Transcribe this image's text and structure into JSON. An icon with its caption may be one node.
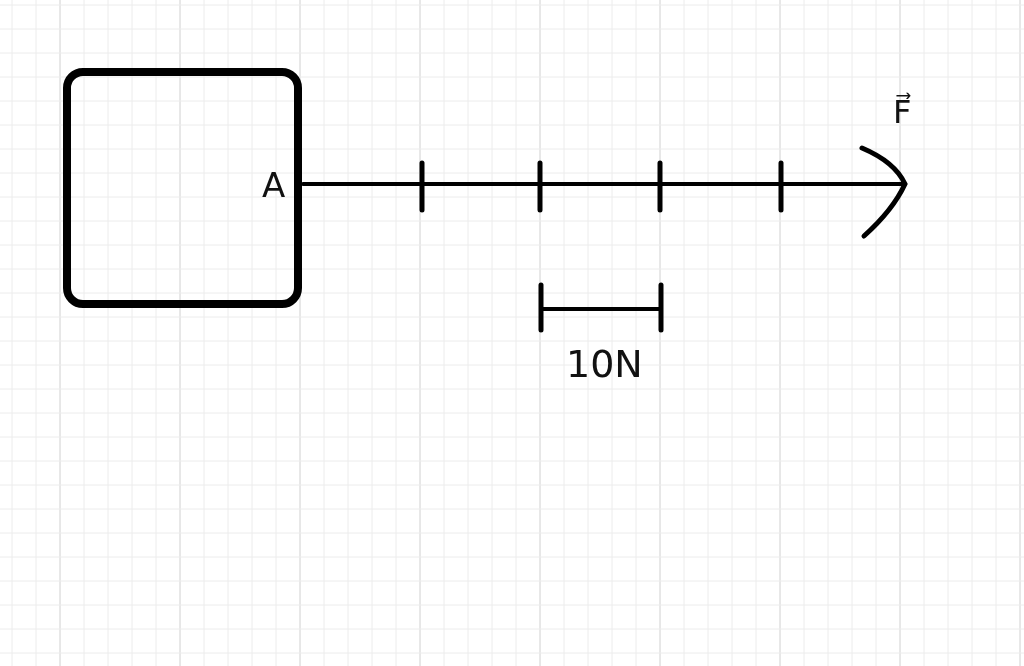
{
  "diagram": {
    "nodes": [
      {
        "text": [],
        "shape": "box"
      }
    ],
    "labels": [
      "A",
      "F⃗",
      "10N"
    ]
  }
}
